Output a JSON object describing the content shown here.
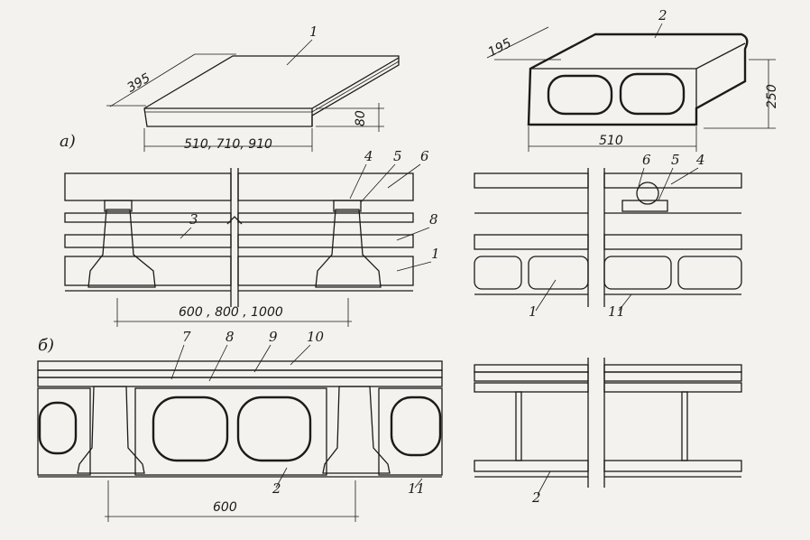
{
  "labels": {
    "top_slab_1": "1",
    "top_block_2": "2",
    "section_a": "а)",
    "section_b": "б)",
    "a_4": "4",
    "a_5": "5",
    "a_6": "6",
    "a_3": "3",
    "a_8": "8",
    "a_1": "1",
    "ar_6": "6",
    "ar_5": "5",
    "ar_4": "4",
    "ar_1": "1",
    "ar_11": "11",
    "b_7": "7",
    "b_8": "8",
    "b_9": "9",
    "b_10": "10",
    "b_2": "2",
    "b_11": "11",
    "br_2": "2"
  },
  "dimensions": {
    "slab_length": "395",
    "slab_widths": "510, 710, 910",
    "slab_height": "80",
    "block_length": "195",
    "block_width": "510",
    "block_height": "250",
    "spacing_a": "600 , 800 , 1000",
    "spacing_b": "600"
  }
}
